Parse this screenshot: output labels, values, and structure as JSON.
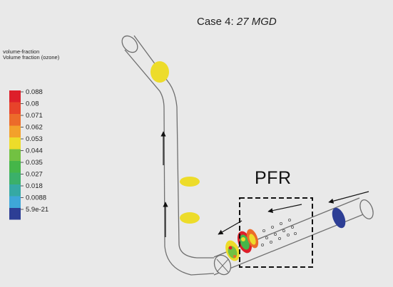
{
  "title": {
    "case": "Case 4: ",
    "flow": "27 MGD"
  },
  "legend": {
    "header_line1": "volume-fraction",
    "header_line2": "Volume fraction (ozone)",
    "entries": [
      {
        "label": "0.088",
        "color": "#dd1f2a"
      },
      {
        "label": "0.08",
        "color": "#e7432a"
      },
      {
        "label": "0.071",
        "color": "#ec6b2a"
      },
      {
        "label": "0.062",
        "color": "#f3a12b"
      },
      {
        "label": "0.053",
        "color": "#eddc2a"
      },
      {
        "label": "0.044",
        "color": "#72c142"
      },
      {
        "label": "0.035",
        "color": "#45b649"
      },
      {
        "label": "0.027",
        "color": "#3bb06a"
      },
      {
        "label": "0.018",
        "color": "#35a9a4"
      },
      {
        "label": "0.0088",
        "color": "#3ea6d8"
      },
      {
        "label": "5.9e-21",
        "color": "#2d3e95"
      }
    ]
  },
  "pfr_label": "PFR",
  "colors": {
    "background": "#e9e9e9",
    "pipe_line": "#6f6f6f",
    "ozone_yellow": "#eddc2a",
    "inlet_blue": "#2d3e95"
  }
}
